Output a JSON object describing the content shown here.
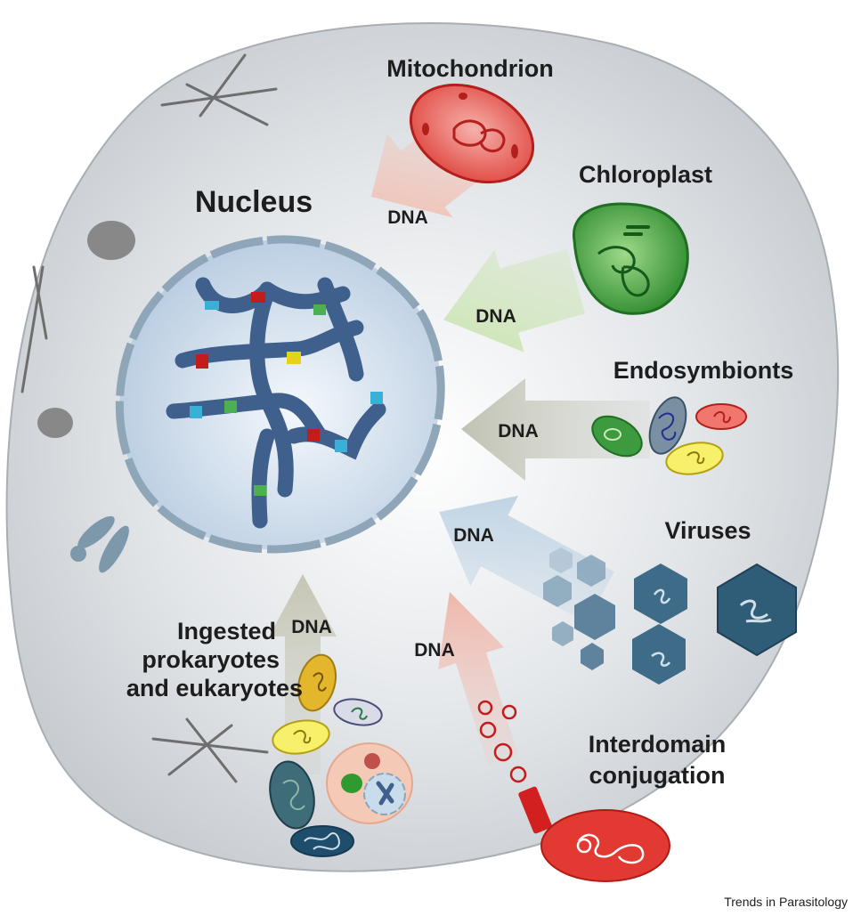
{
  "labels": {
    "nucleus": "Nucleus",
    "mitochondrion": "Mitochondrion",
    "chloroplast": "Chloroplast",
    "endosymbionts": "Endosymbionts",
    "viruses": "Viruses",
    "ingested_line1": "Ingested",
    "ingested_line2": "prokaryotes",
    "ingested_line3": "and eukaryotes",
    "interdomain_line1": "Interdomain",
    "interdomain_line2": "conjugation"
  },
  "arrows": {
    "mitochondrion": "DNA",
    "chloroplast": "DNA",
    "endosymbionts": "DNA",
    "viruses": "DNA",
    "ingested": "DNA",
    "interdomain": "DNA"
  },
  "credit": "Trends in Parasitology",
  "colors": {
    "cell": "#c9ced3",
    "nucleus": "#cfdcea",
    "chromosome": "#3f5f8c",
    "mitochondrion": "#e2554f",
    "chloroplast": "#3a9a3a",
    "virus": "#3e6c88"
  }
}
